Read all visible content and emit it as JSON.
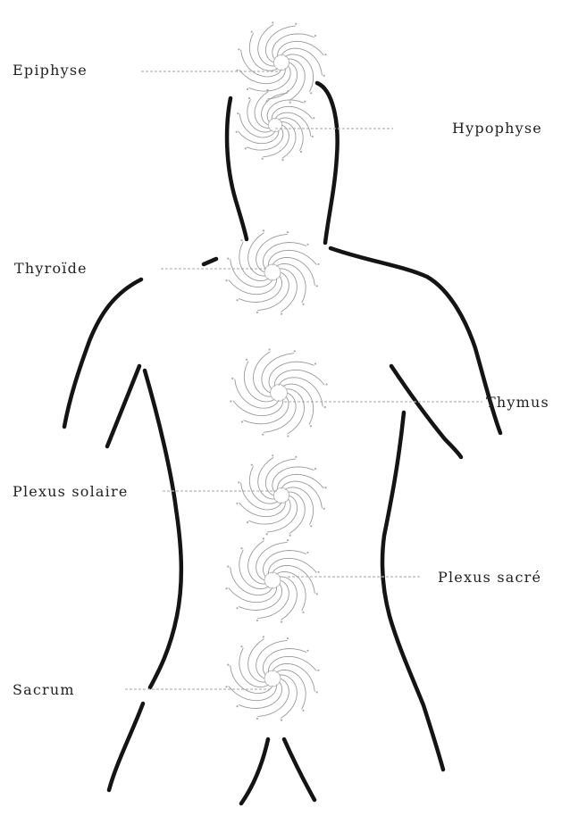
{
  "diagram": {
    "labels": {
      "epiphyse": "Epiphyse",
      "hypophyse": "Hypophyse",
      "thyroide": "Thyroïde",
      "thymus": "Thymus",
      "plexus_solaire": "Plexus solaire",
      "plexus_sacre": "Plexus sacré",
      "sacrum": "Sacrum"
    },
    "colors": {
      "outline": "#141414",
      "swirl": "#9a9a9a",
      "text": "#222222",
      "leader": "#b8b8b8"
    }
  }
}
